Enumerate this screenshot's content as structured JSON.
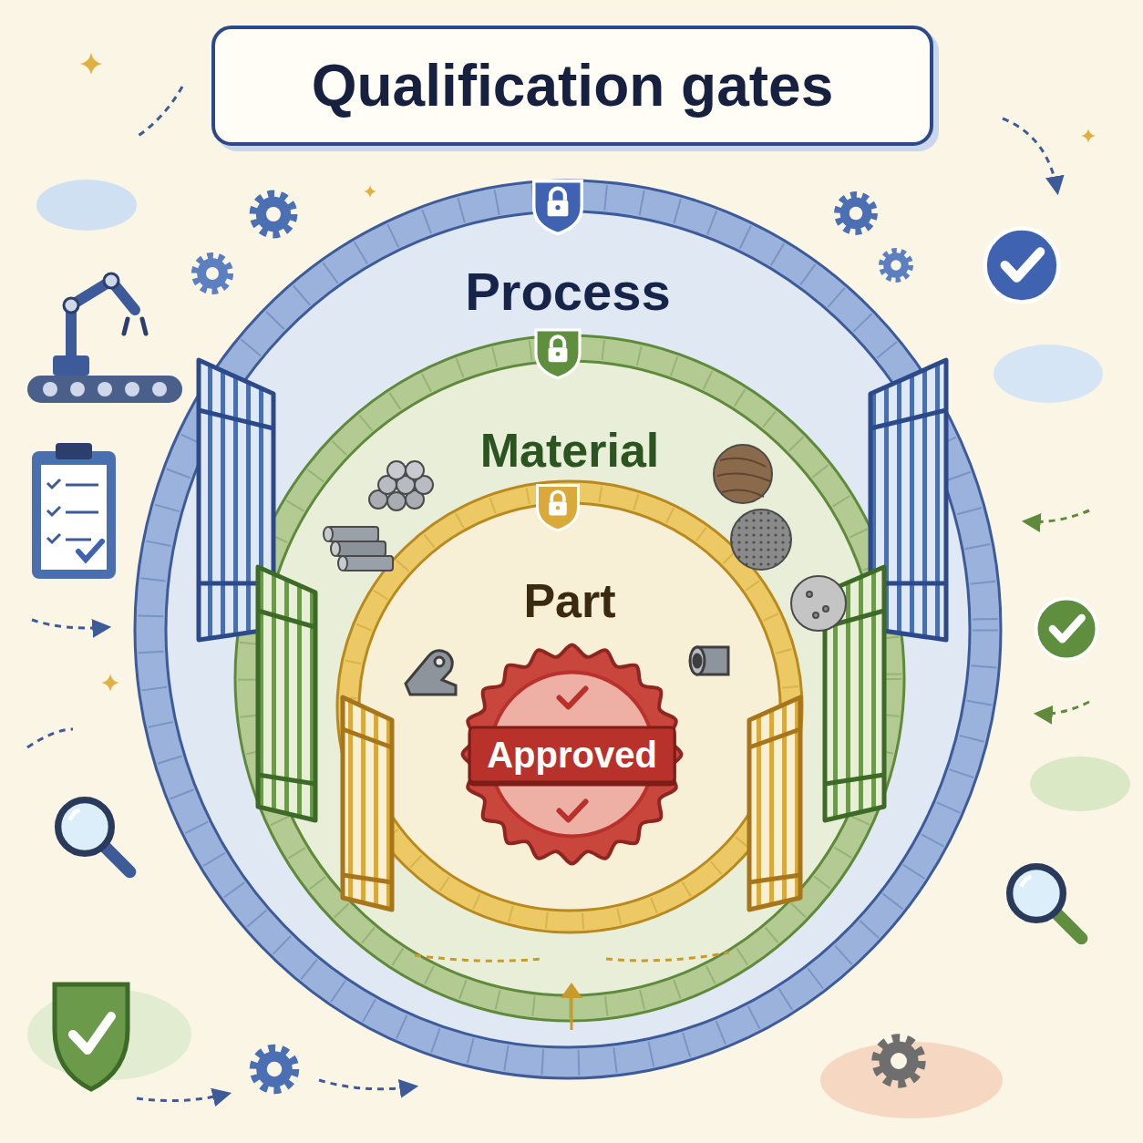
{
  "diagram": {
    "title": "Qualification gates",
    "nodes": [
      {
        "text": [
          "Process"
        ]
      },
      {
        "text": [
          "Material"
        ],
        "in": 0
      },
      {
        "text": [
          "Part"
        ],
        "in": 1
      },
      {
        "text": [
          "Approved"
        ],
        "in": 2
      }
    ]
  }
}
